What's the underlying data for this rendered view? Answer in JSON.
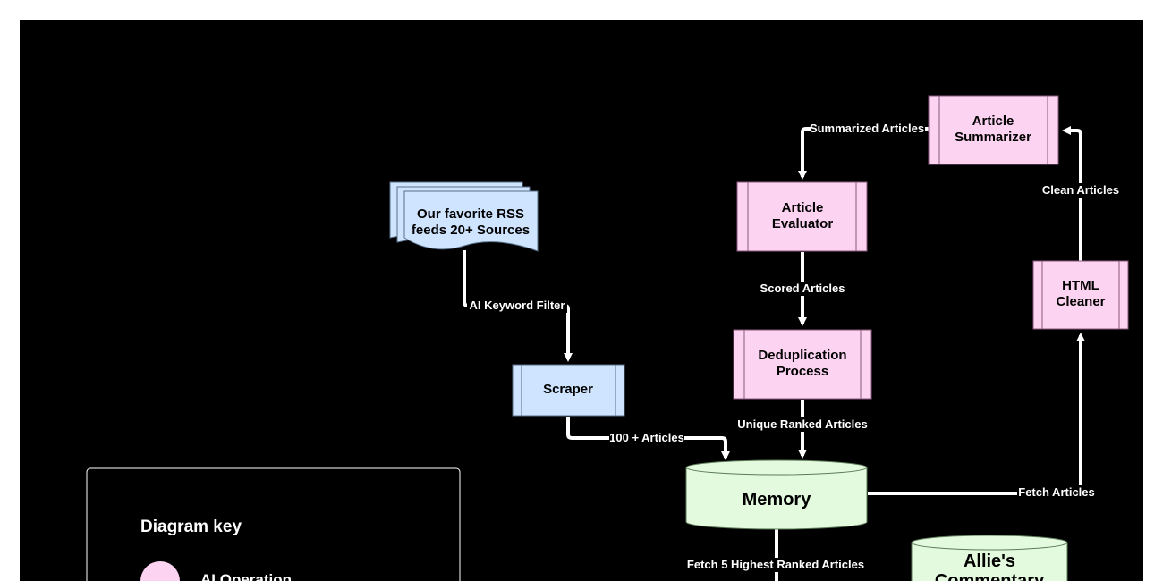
{
  "colors": {
    "background": "#000000",
    "ai_operation": "#fcd3f1",
    "scraper_input": "#cfe4ff",
    "storage": "#e3fadf",
    "connector": "#ffffff"
  },
  "nodes": {
    "rss_feeds": [
      "Our favorite RSS",
      "feeds 20+ Sources"
    ],
    "scraper": "Scraper",
    "article_evaluator": [
      "Article",
      "Evaluator"
    ],
    "deduplication": [
      "Deduplication",
      "Process"
    ],
    "article_summarizer": [
      "Article",
      "Summarizer"
    ],
    "html_cleaner": [
      "HTML",
      "Cleaner"
    ],
    "memory": "Memory",
    "allies_commentary": [
      "Allie's",
      "Commentary"
    ]
  },
  "edges": {
    "keyword_filter": "AI Keyword  Filter",
    "articles_100": "100 + Articles",
    "summarized": "Summarized Articles",
    "scored": "Scored Articles",
    "unique_ranked": "Unique Ranked Articles",
    "clean": "Clean Articles",
    "fetch": "Fetch Articles",
    "fetch_top5": "Fetch 5 Highest Ranked Articles"
  },
  "key": {
    "title": "Diagram key",
    "items": [
      "AI Operation"
    ]
  }
}
